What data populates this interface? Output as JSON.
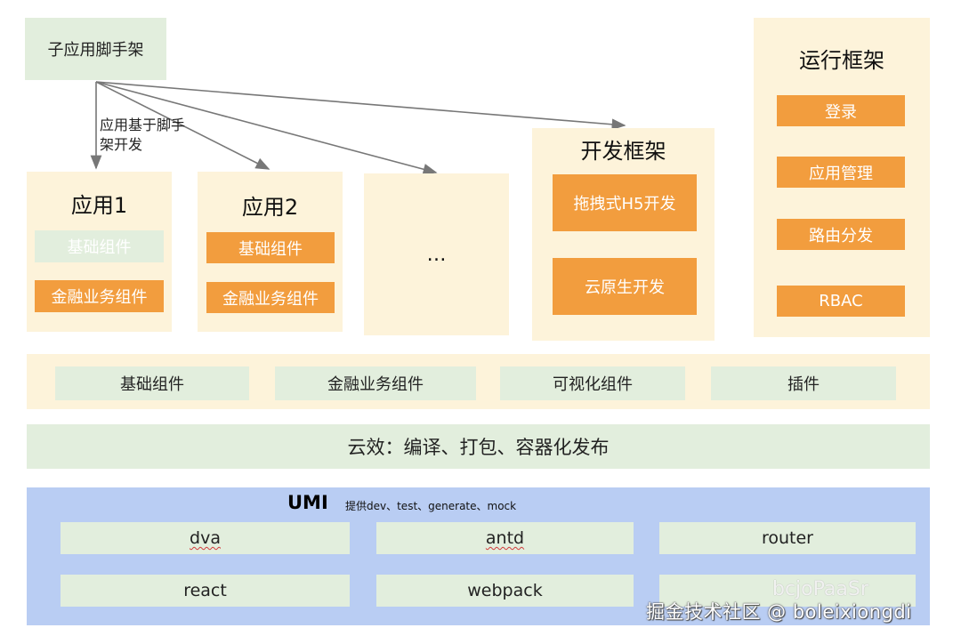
{
  "scaffold": {
    "title": "子应用脚手架",
    "note": "应用基于脚手架开发"
  },
  "apps": [
    {
      "title": "应用1",
      "chips": [
        "基础组件",
        "金融业务组件"
      ]
    },
    {
      "title": "应用2",
      "chips": [
        "基础组件",
        "金融业务组件"
      ]
    },
    {
      "title": "…"
    }
  ],
  "dev_framework": {
    "title": "开发框架",
    "items": [
      "拖拽式H5开发",
      "云原生开发"
    ]
  },
  "runtime_framework": {
    "title": "运行框架",
    "items": [
      "登录",
      "应用管理",
      "路由分发",
      "RBAC"
    ]
  },
  "shared_components": [
    "基础组件",
    "金融业务组件",
    "可视化组件",
    "插件"
  ],
  "ci": {
    "label": "云效：编译、打包、容器化发布"
  },
  "umi": {
    "label": "UMI",
    "note": "提供dev、test、generate、mock",
    "items": [
      "dva",
      "antd",
      "router",
      "react",
      "webpack"
    ]
  },
  "watermark": {
    "text": "掘金技术社区 @ boleixiongdi",
    "ghost": "bcjoPaaSr"
  },
  "colors": {
    "cream": "#fdf3da",
    "mint": "#e2eedd",
    "orange": "#f29d3e",
    "lavender": "#b9cdf3",
    "arrow": "#777777"
  }
}
